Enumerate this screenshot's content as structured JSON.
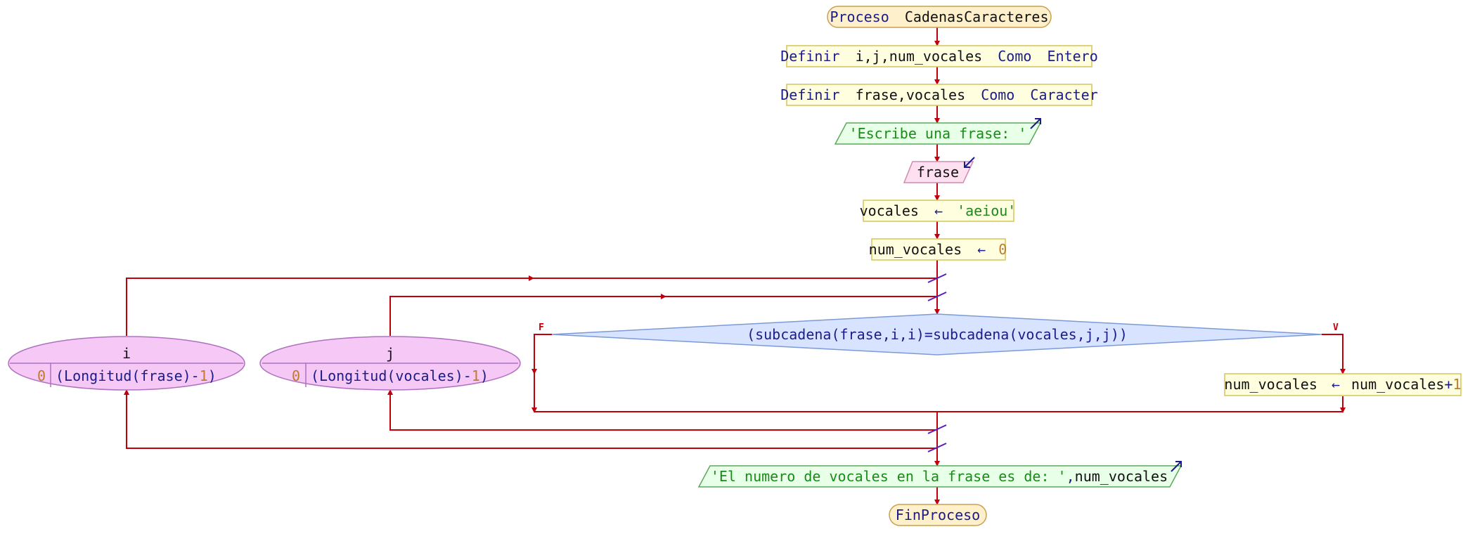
{
  "colors": {
    "line": "#c0000c",
    "terminal_fill": "#fff0cc",
    "terminal_stroke": "#c8a050",
    "process_fill": "#ffffe0",
    "process_stroke": "#d4c45a",
    "output_fill": "#e8ffe8",
    "output_stroke": "#5aa85a",
    "input_fill": "#ffe0f0",
    "input_stroke": "#d08ab0",
    "loop_fill": "#f5c8f5",
    "loop_stroke": "#b070c0",
    "decision_fill": "#d8e4ff",
    "decision_stroke": "#7a9ad8",
    "keyword": "#1b1b8a",
    "number": "#c07a2a",
    "string": "#1a8a1a"
  },
  "flowchart": {
    "start": {
      "keyword": "Proceso",
      "name": "CadenasCaracteres"
    },
    "define1": {
      "keyword": "Definir",
      "vars": "i,j,num_vocales",
      "como": "Como",
      "type": "Entero"
    },
    "define2": {
      "keyword": "Definir",
      "vars": "frase,vocales",
      "como": "Como",
      "type": "Caracter"
    },
    "output1": {
      "text": "'Escribe una frase: '"
    },
    "input1": {
      "var": "frase"
    },
    "assign1": {
      "var": "vocales",
      "arrow": "←",
      "value": "'aeiou'"
    },
    "assign2": {
      "var": "num_vocales",
      "arrow": "←",
      "value": "0"
    },
    "loop_i": {
      "var": "i",
      "start": "0",
      "end_open": "(",
      "end_func": "Longitud",
      "end_arg": "(frase)",
      "end_minus": "-",
      "end_num": "1",
      "end_close": ")"
    },
    "loop_j": {
      "var": "j",
      "start": "0",
      "end_open": "(",
      "end_func": "Longitud",
      "end_arg": "(vocales)",
      "end_minus": "-",
      "end_num": "1",
      "end_close": ")"
    },
    "decision": {
      "condition": "(subcadena(frase,i,i)=subcadena(vocales,j,j))",
      "false_label": "F",
      "true_label": "V"
    },
    "assign3": {
      "var": "num_vocales",
      "arrow": "←",
      "expr": "num_vocales",
      "plus": "+",
      "num": "1"
    },
    "output2": {
      "text": "'El numero de vocales en la frase es de: '",
      "sep": ",",
      "var": "num_vocales"
    },
    "end": {
      "keyword": "FinProceso"
    }
  }
}
